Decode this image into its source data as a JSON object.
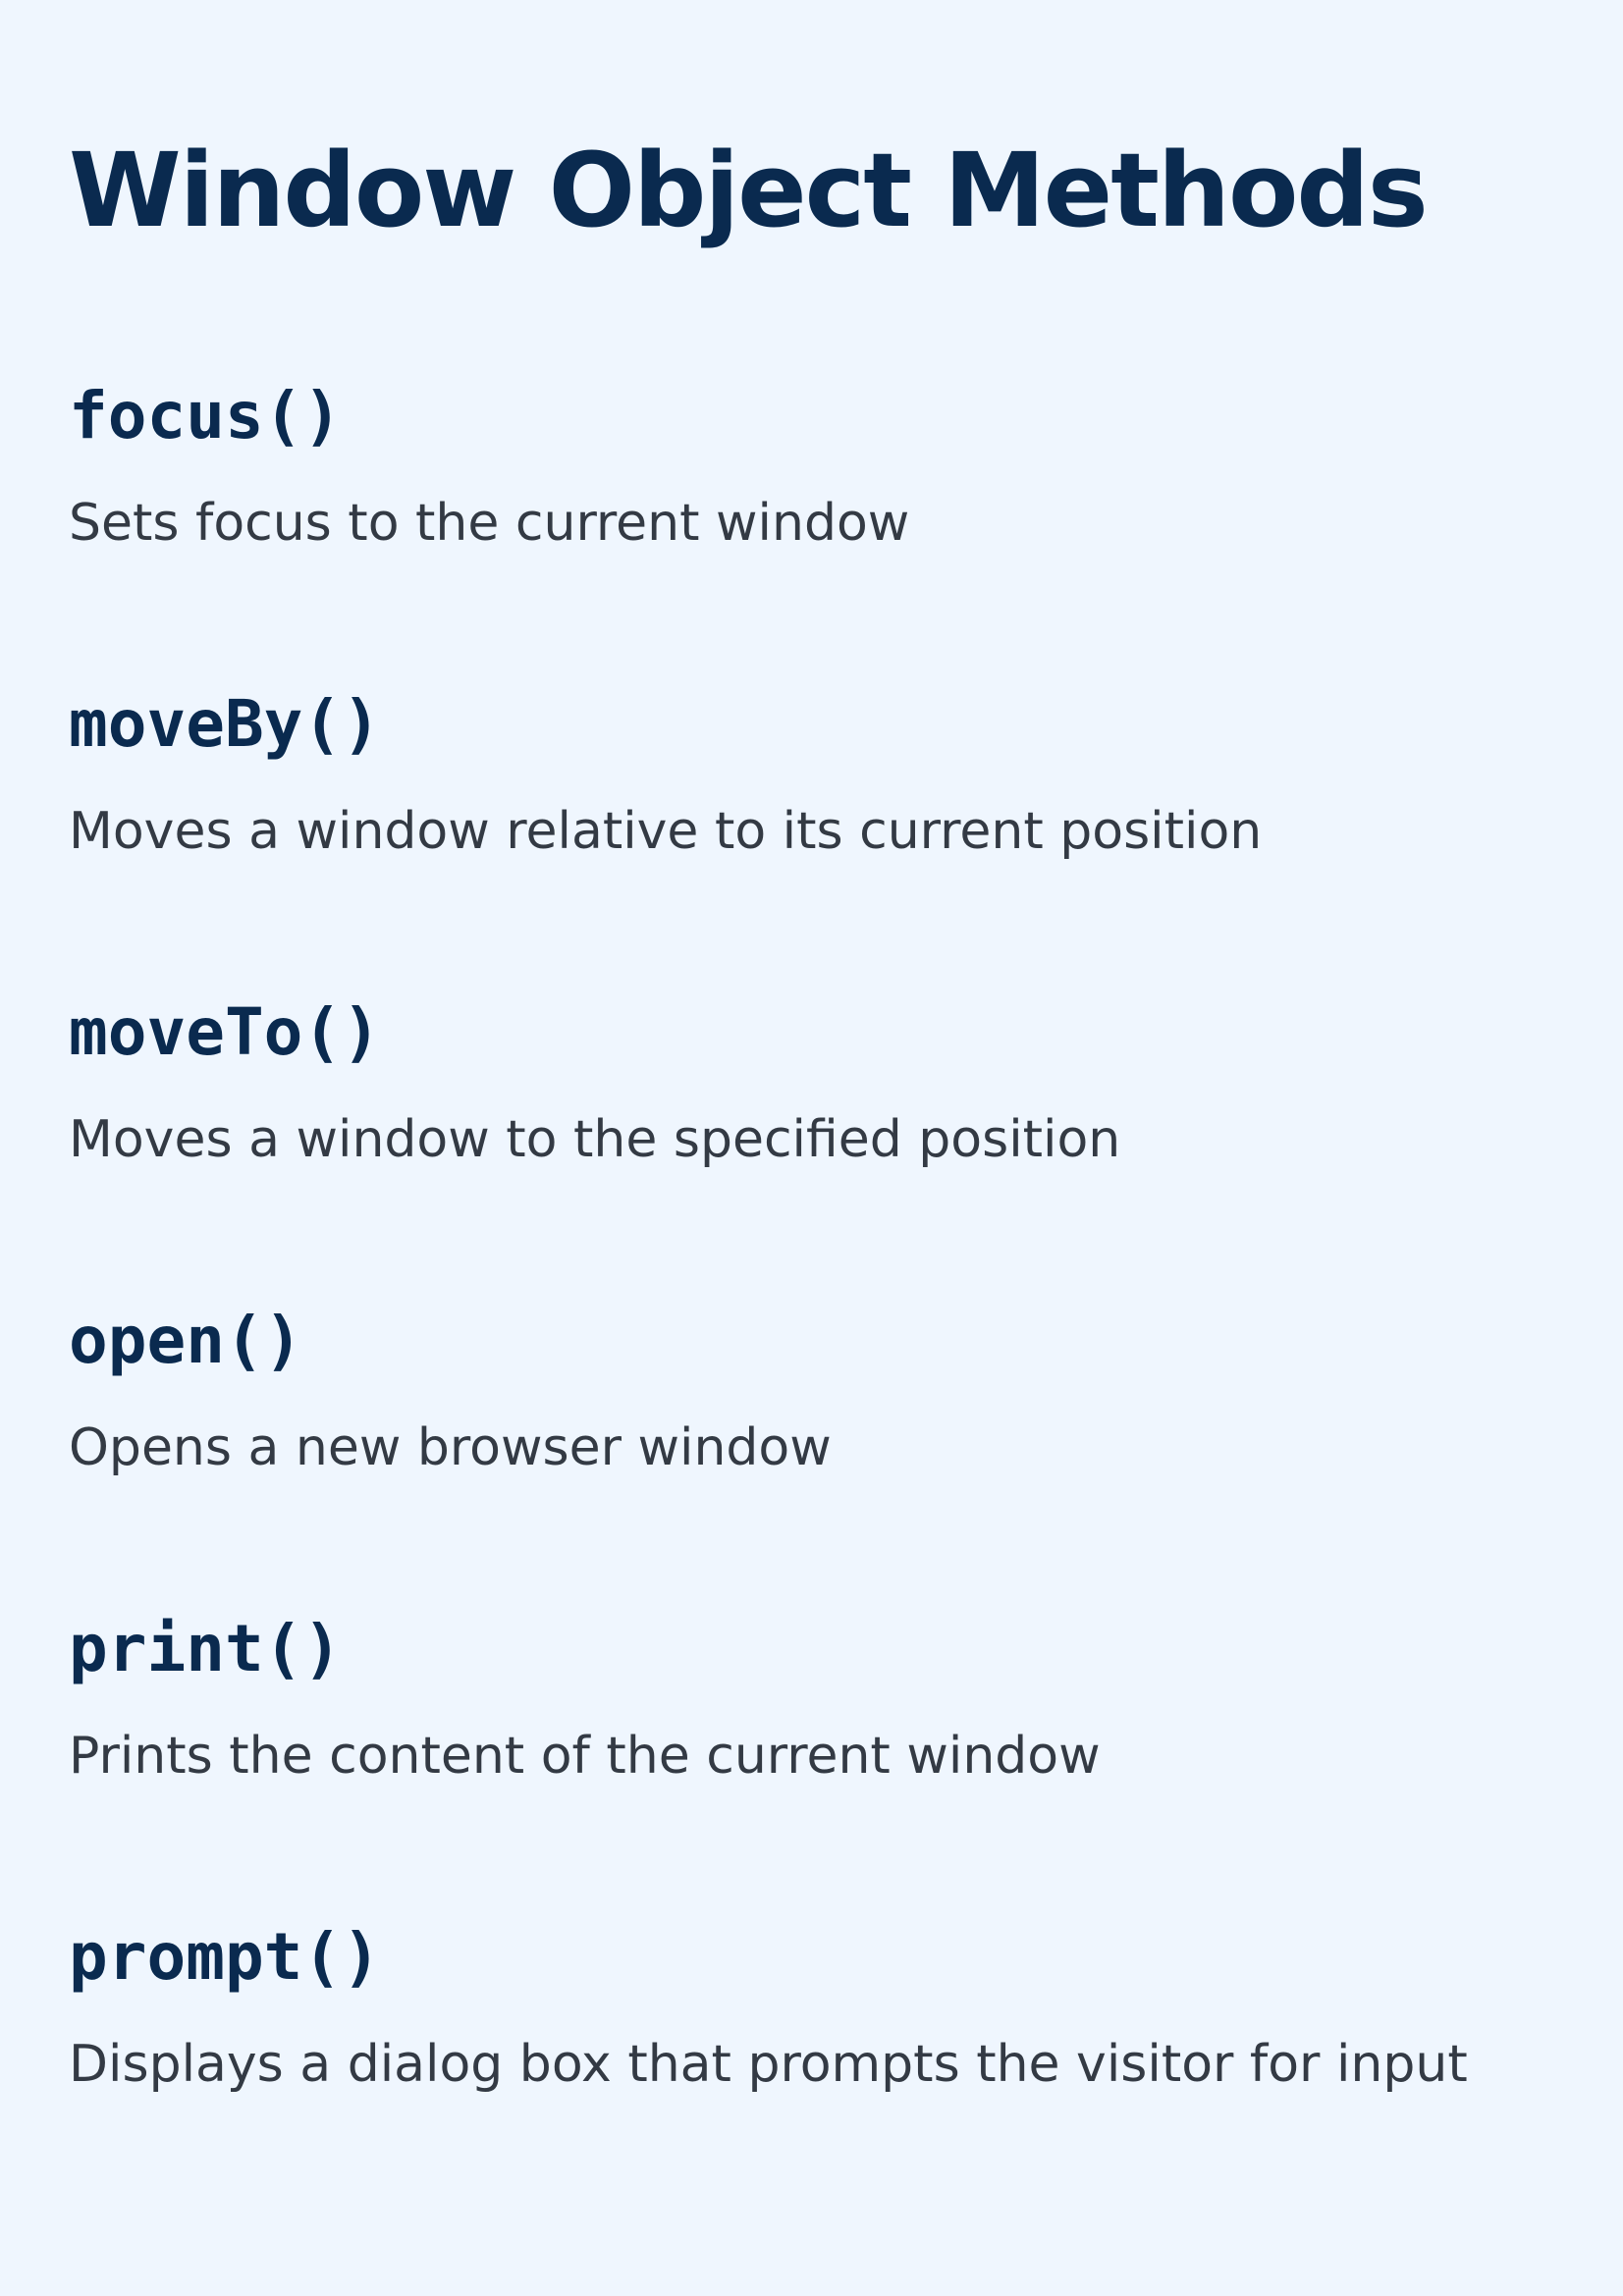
{
  "title": "Window Object Methods",
  "methods": [
    {
      "name": "focus()",
      "description": "Sets focus to the current window"
    },
    {
      "name": "moveBy()",
      "description": "Moves a window relative to its current position"
    },
    {
      "name": "moveTo()",
      "description": "Moves a window to the specified position"
    },
    {
      "name": "open()",
      "description": "Opens a new browser window"
    },
    {
      "name": "print()",
      "description": "Prints the content of the current window"
    },
    {
      "name": "prompt()",
      "description": "Displays a dialog box that prompts the visitor for input"
    }
  ],
  "colors": {
    "background": "#eff6fe",
    "heading": "#0a2a4f",
    "text": "#333a44"
  }
}
